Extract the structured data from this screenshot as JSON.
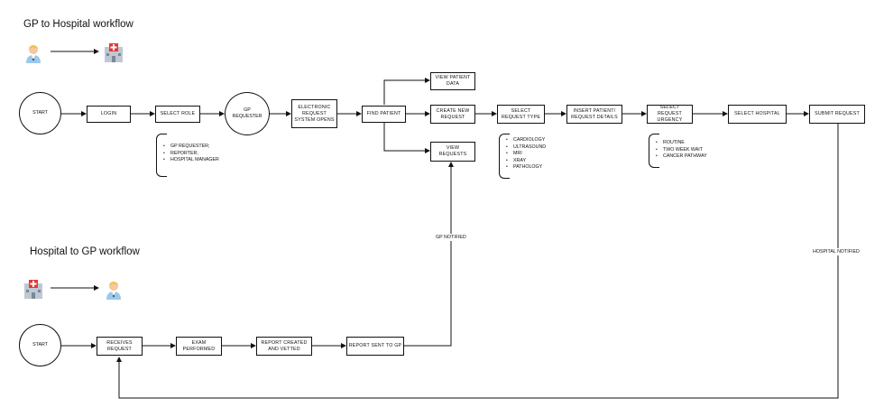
{
  "headings": {
    "gp_to_hospital": "GP to Hospital workflow",
    "hospital_to_gp": "Hospital to GP workflow"
  },
  "icons": {
    "doctor": "doctor-icon",
    "hospital": "hospital-icon"
  },
  "flow1": {
    "start": "START",
    "login": "LOGIN",
    "select_role": "SELECT ROLE",
    "gp_requester": "GP REQUESTER",
    "erso": "ELECTRONIC REQUEST SYSTEM OPENS",
    "find_patient": "FIND PATIENT",
    "view_patient_data": "VIEW PATIENT DATA",
    "create_new_request": "CREATE NEW REQUEST",
    "view_requests": "VIEW REQUESTS",
    "select_request_type": "SELECT REQUEST TYPE",
    "insert_details": "INSERT PATIENT/ REQUEST DETAILS",
    "select_urgency": "SELECT REQUEST URGENCY",
    "select_hospital": "SELECT HOSPITAL",
    "submit_request": "SUBMIT REQUEST",
    "roles": [
      "GP REQUESTER;",
      "REPORTER;",
      "HOSPITAL MANAGER"
    ],
    "request_types": [
      "CARDIOLOGY",
      "ULTRASOUND",
      "MRI",
      "XRAY",
      "PATHOLOGY"
    ],
    "urgencies": [
      "ROUTINE",
      "TWO WEEK WAIT",
      "CANCER PATHWAY"
    ]
  },
  "flow2": {
    "start": "START",
    "receives_request": "RECEIVES REQUEST",
    "exam_performed": "EXAM PERFORMED",
    "report_created": "REPORT CREATED AND VETTED",
    "report_sent": "REPORT SENT TO GP"
  },
  "edge_labels": {
    "gp_notified": "GP NOTIFIED",
    "hospital_notified": "HOSPITAL NOTIFIED"
  },
  "colors": {
    "line": "#111111",
    "hospital_red": "#e53935",
    "hospital_body": "#bfc8d2",
    "doctor_hair": "#f2c14e",
    "doctor_skin": "#f6c89a",
    "doctor_coat": "#9bc9ec"
  }
}
